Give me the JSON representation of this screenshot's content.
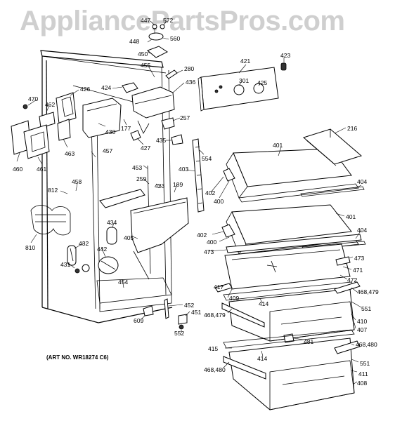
{
  "watermark": "AppliancePartsPros.com",
  "art_number": "(ART NO. WR18274 C6)",
  "part_labels": [
    {
      "id": "l447",
      "text": "447"
    },
    {
      "id": "l572",
      "text": "572"
    },
    {
      "id": "l448",
      "text": "448"
    },
    {
      "id": "l560",
      "text": "560"
    },
    {
      "id": "l450",
      "text": "450"
    },
    {
      "id": "l455",
      "text": "455"
    },
    {
      "id": "l280",
      "text": "280"
    },
    {
      "id": "l421",
      "text": "421"
    },
    {
      "id": "l423a",
      "text": "423"
    },
    {
      "id": "l301",
      "text": "301"
    },
    {
      "id": "l425",
      "text": "425"
    },
    {
      "id": "l436",
      "text": "436"
    },
    {
      "id": "l424",
      "text": "424"
    },
    {
      "id": "l426",
      "text": "426"
    },
    {
      "id": "l470",
      "text": "470"
    },
    {
      "id": "l462",
      "text": "462"
    },
    {
      "id": "l430",
      "text": "430"
    },
    {
      "id": "l177",
      "text": "177"
    },
    {
      "id": "l257",
      "text": "257"
    },
    {
      "id": "l216",
      "text": "216"
    },
    {
      "id": "l427",
      "text": "427"
    },
    {
      "id": "l435",
      "text": "435"
    },
    {
      "id": "l463",
      "text": "463"
    },
    {
      "id": "l457",
      "text": "457"
    },
    {
      "id": "l460",
      "text": "460"
    },
    {
      "id": "l461",
      "text": "461"
    },
    {
      "id": "l401a",
      "text": "401"
    },
    {
      "id": "l554",
      "text": "554"
    },
    {
      "id": "l453",
      "text": "453"
    },
    {
      "id": "l403",
      "text": "403"
    },
    {
      "id": "l458",
      "text": "458"
    },
    {
      "id": "l259",
      "text": "259"
    },
    {
      "id": "l423b",
      "text": "423"
    },
    {
      "id": "l189",
      "text": "189"
    },
    {
      "id": "l404a",
      "text": "404"
    },
    {
      "id": "l812",
      "text": "812"
    },
    {
      "id": "l402a",
      "text": "402"
    },
    {
      "id": "l400a",
      "text": "400"
    },
    {
      "id": "l401b",
      "text": "401"
    },
    {
      "id": "l434",
      "text": "434"
    },
    {
      "id": "l810",
      "text": "810"
    },
    {
      "id": "l405",
      "text": "405"
    },
    {
      "id": "l432",
      "text": "432"
    },
    {
      "id": "l402b",
      "text": "402"
    },
    {
      "id": "l400b",
      "text": "400"
    },
    {
      "id": "l404b",
      "text": "404"
    },
    {
      "id": "l442",
      "text": "442"
    },
    {
      "id": "l473a",
      "text": "473"
    },
    {
      "id": "l473b",
      "text": "473"
    },
    {
      "id": "l431",
      "text": "431"
    },
    {
      "id": "l471",
      "text": "471"
    },
    {
      "id": "l472",
      "text": "472"
    },
    {
      "id": "l454",
      "text": "454"
    },
    {
      "id": "l417",
      "text": "417"
    },
    {
      "id": "l409",
      "text": "409"
    },
    {
      "id": "l468479a",
      "text": "468,479"
    },
    {
      "id": "l414a",
      "text": "414"
    },
    {
      "id": "l551a",
      "text": "551"
    },
    {
      "id": "l452",
      "text": "452"
    },
    {
      "id": "l451",
      "text": "451"
    },
    {
      "id": "l609",
      "text": "609"
    },
    {
      "id": "l468479b",
      "text": "468,479"
    },
    {
      "id": "l410",
      "text": "410"
    },
    {
      "id": "l407",
      "text": "407"
    },
    {
      "id": "l552",
      "text": "552"
    },
    {
      "id": "l481",
      "text": "481"
    },
    {
      "id": "l468480a",
      "text": "468,480"
    },
    {
      "id": "l415",
      "text": "415"
    },
    {
      "id": "l414b",
      "text": "414"
    },
    {
      "id": "l551b",
      "text": "551"
    },
    {
      "id": "l468480b",
      "text": "468,480"
    },
    {
      "id": "l411",
      "text": "411"
    },
    {
      "id": "l408",
      "text": "408"
    }
  ]
}
